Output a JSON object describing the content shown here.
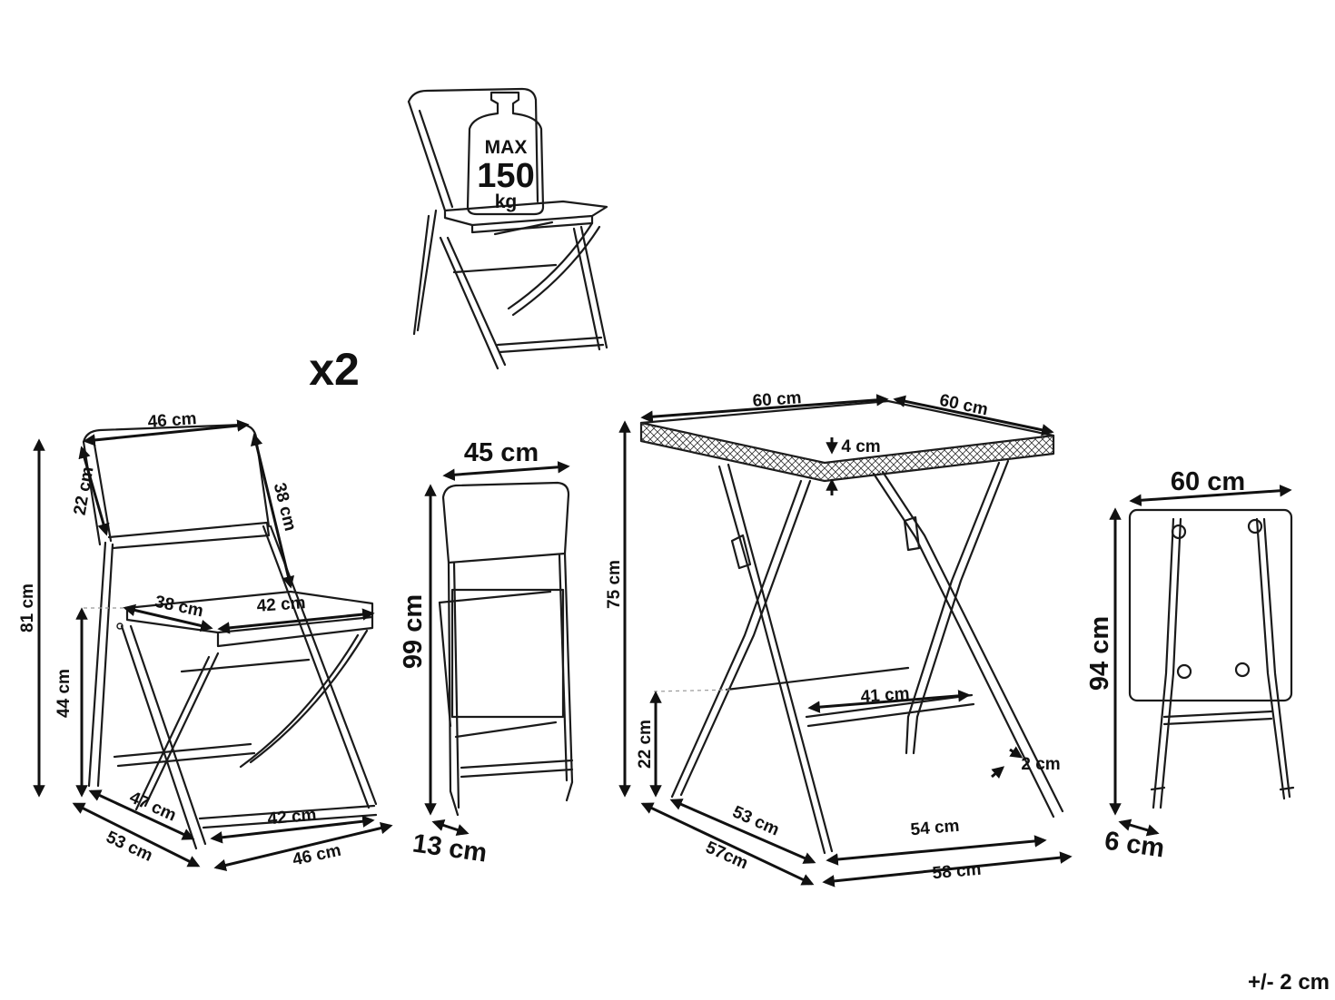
{
  "weight_badge": {
    "max": "MAX",
    "value": "150",
    "unit": "kg"
  },
  "quantity": "x2",
  "tolerance": "+/- 2 cm",
  "chair_dimensions": {
    "back_width": "46 cm",
    "back_height": "22 cm",
    "back_side": "38 cm",
    "total_height": "81 cm",
    "seat_height": "44 cm",
    "seat_depth": "38 cm",
    "seat_width": "42 cm",
    "base_depth_inner": "47 cm",
    "base_width_inner": "42 cm",
    "base_depth_outer": "53 cm",
    "base_width_outer": "46 cm"
  },
  "folded_chair_dimensions": {
    "width": "45 cm",
    "height": "99 cm",
    "thickness": "13 cm"
  },
  "table_dimensions": {
    "top_width": "60 cm",
    "top_depth": "60 cm",
    "top_thickness": "4 cm",
    "height": "75 cm",
    "crossbar_width": "41 cm",
    "crossbar_height": "22 cm",
    "leg_diameter": "2 cm",
    "base_depth_inner": "53 cm",
    "base_width_inner": "54 cm",
    "base_depth_outer": "57cm",
    "base_width_outer": "58 cm"
  },
  "folded_table_dimensions": {
    "width": "60 cm",
    "height": "94 cm",
    "thickness": "6 cm"
  }
}
